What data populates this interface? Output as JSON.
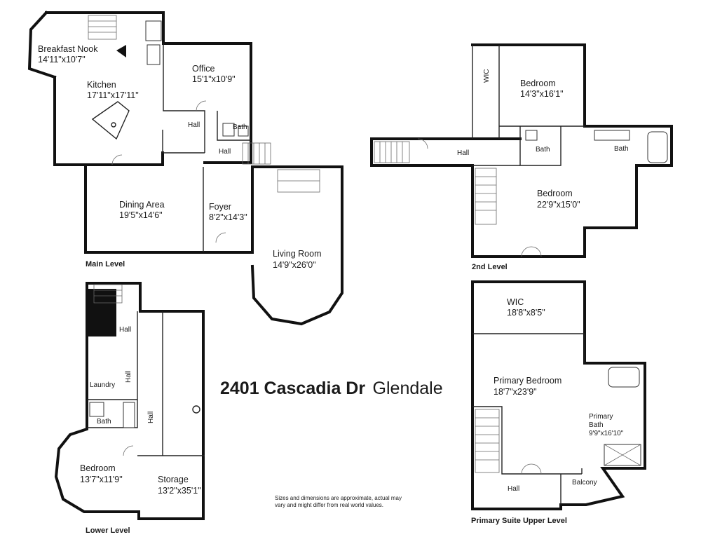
{
  "title": {
    "address": "2401 Cascadia Dr",
    "city": "Glendale"
  },
  "note": {
    "line1": "Sizes and dimensions are approximate, actual may",
    "line2": "vary and might differ from real world values."
  },
  "levels": {
    "main": "Main Level",
    "second": "2nd Level",
    "lower": "Lower Level",
    "suite": "Primary Suite Upper Level"
  },
  "rooms": {
    "breakfast_nook": {
      "name": "Breakfast Nook",
      "dim": "14'11\"x10'7\""
    },
    "kitchen": {
      "name": "Kitchen",
      "dim": "17'11\"x17'11\""
    },
    "office": {
      "name": "Office",
      "dim": "15'1\"x10'9\""
    },
    "main_hall_1": {
      "name": "Hall"
    },
    "main_hall_2": {
      "name": "Hall"
    },
    "main_bath": {
      "name": "Bath"
    },
    "dining": {
      "name": "Dining Area",
      "dim": "19'5\"x14'6\""
    },
    "foyer": {
      "name": "Foyer",
      "dim": "8'2\"x14'3\""
    },
    "living": {
      "name": "Living Room",
      "dim": "14'9\"x26'0\""
    },
    "wic_2": {
      "name": "WIC"
    },
    "bedroom_2a": {
      "name": "Bedroom",
      "dim": "14'3\"x16'1\""
    },
    "hall_2": {
      "name": "Hall"
    },
    "bath_2a": {
      "name": "Bath"
    },
    "bath_2b": {
      "name": "Bath"
    },
    "bedroom_2b": {
      "name": "Bedroom",
      "dim": "22'9\"x15'0\""
    },
    "lower_hall_1": {
      "name": "Hall"
    },
    "lower_hall_2": {
      "name": "Hall"
    },
    "laundry": {
      "name": "Laundry"
    },
    "lower_bath": {
      "name": "Bath"
    },
    "lower_hall_3": {
      "name": "Hall"
    },
    "lower_bedroom": {
      "name": "Bedroom",
      "dim": "13'7\"x11'9\""
    },
    "storage": {
      "name": "Storage",
      "dim": "13'2\"x35'1\""
    },
    "suite_wic": {
      "name": "WIC",
      "dim": "18'8\"x8'5\""
    },
    "primary_bedroom": {
      "name": "Primary Bedroom",
      "dim": "18'7\"x23'9\""
    },
    "primary_bath": {
      "name": "Primary",
      "name2": "Bath",
      "dim": "9'9\"x16'10\""
    },
    "suite_hall": {
      "name": "Hall"
    },
    "balcony": {
      "name": "Balcony"
    }
  }
}
